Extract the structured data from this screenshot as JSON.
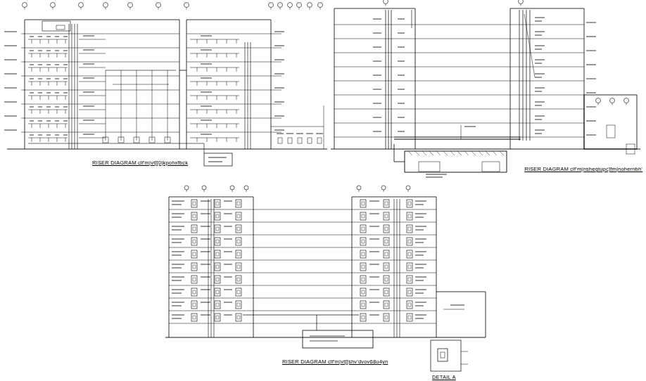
{
  "diagram": {
    "labels": [
      "RISER DIAGRAM clf'm|vt[[0|kpohxfbck",
      "RISER DIAGRAM clf'm|nshegtupc]fm|nohernbh'",
      "RISER DIAGRAM clf'm|vt[[shv'dvov68u4yn",
      "DETAIL A"
    ]
  }
}
